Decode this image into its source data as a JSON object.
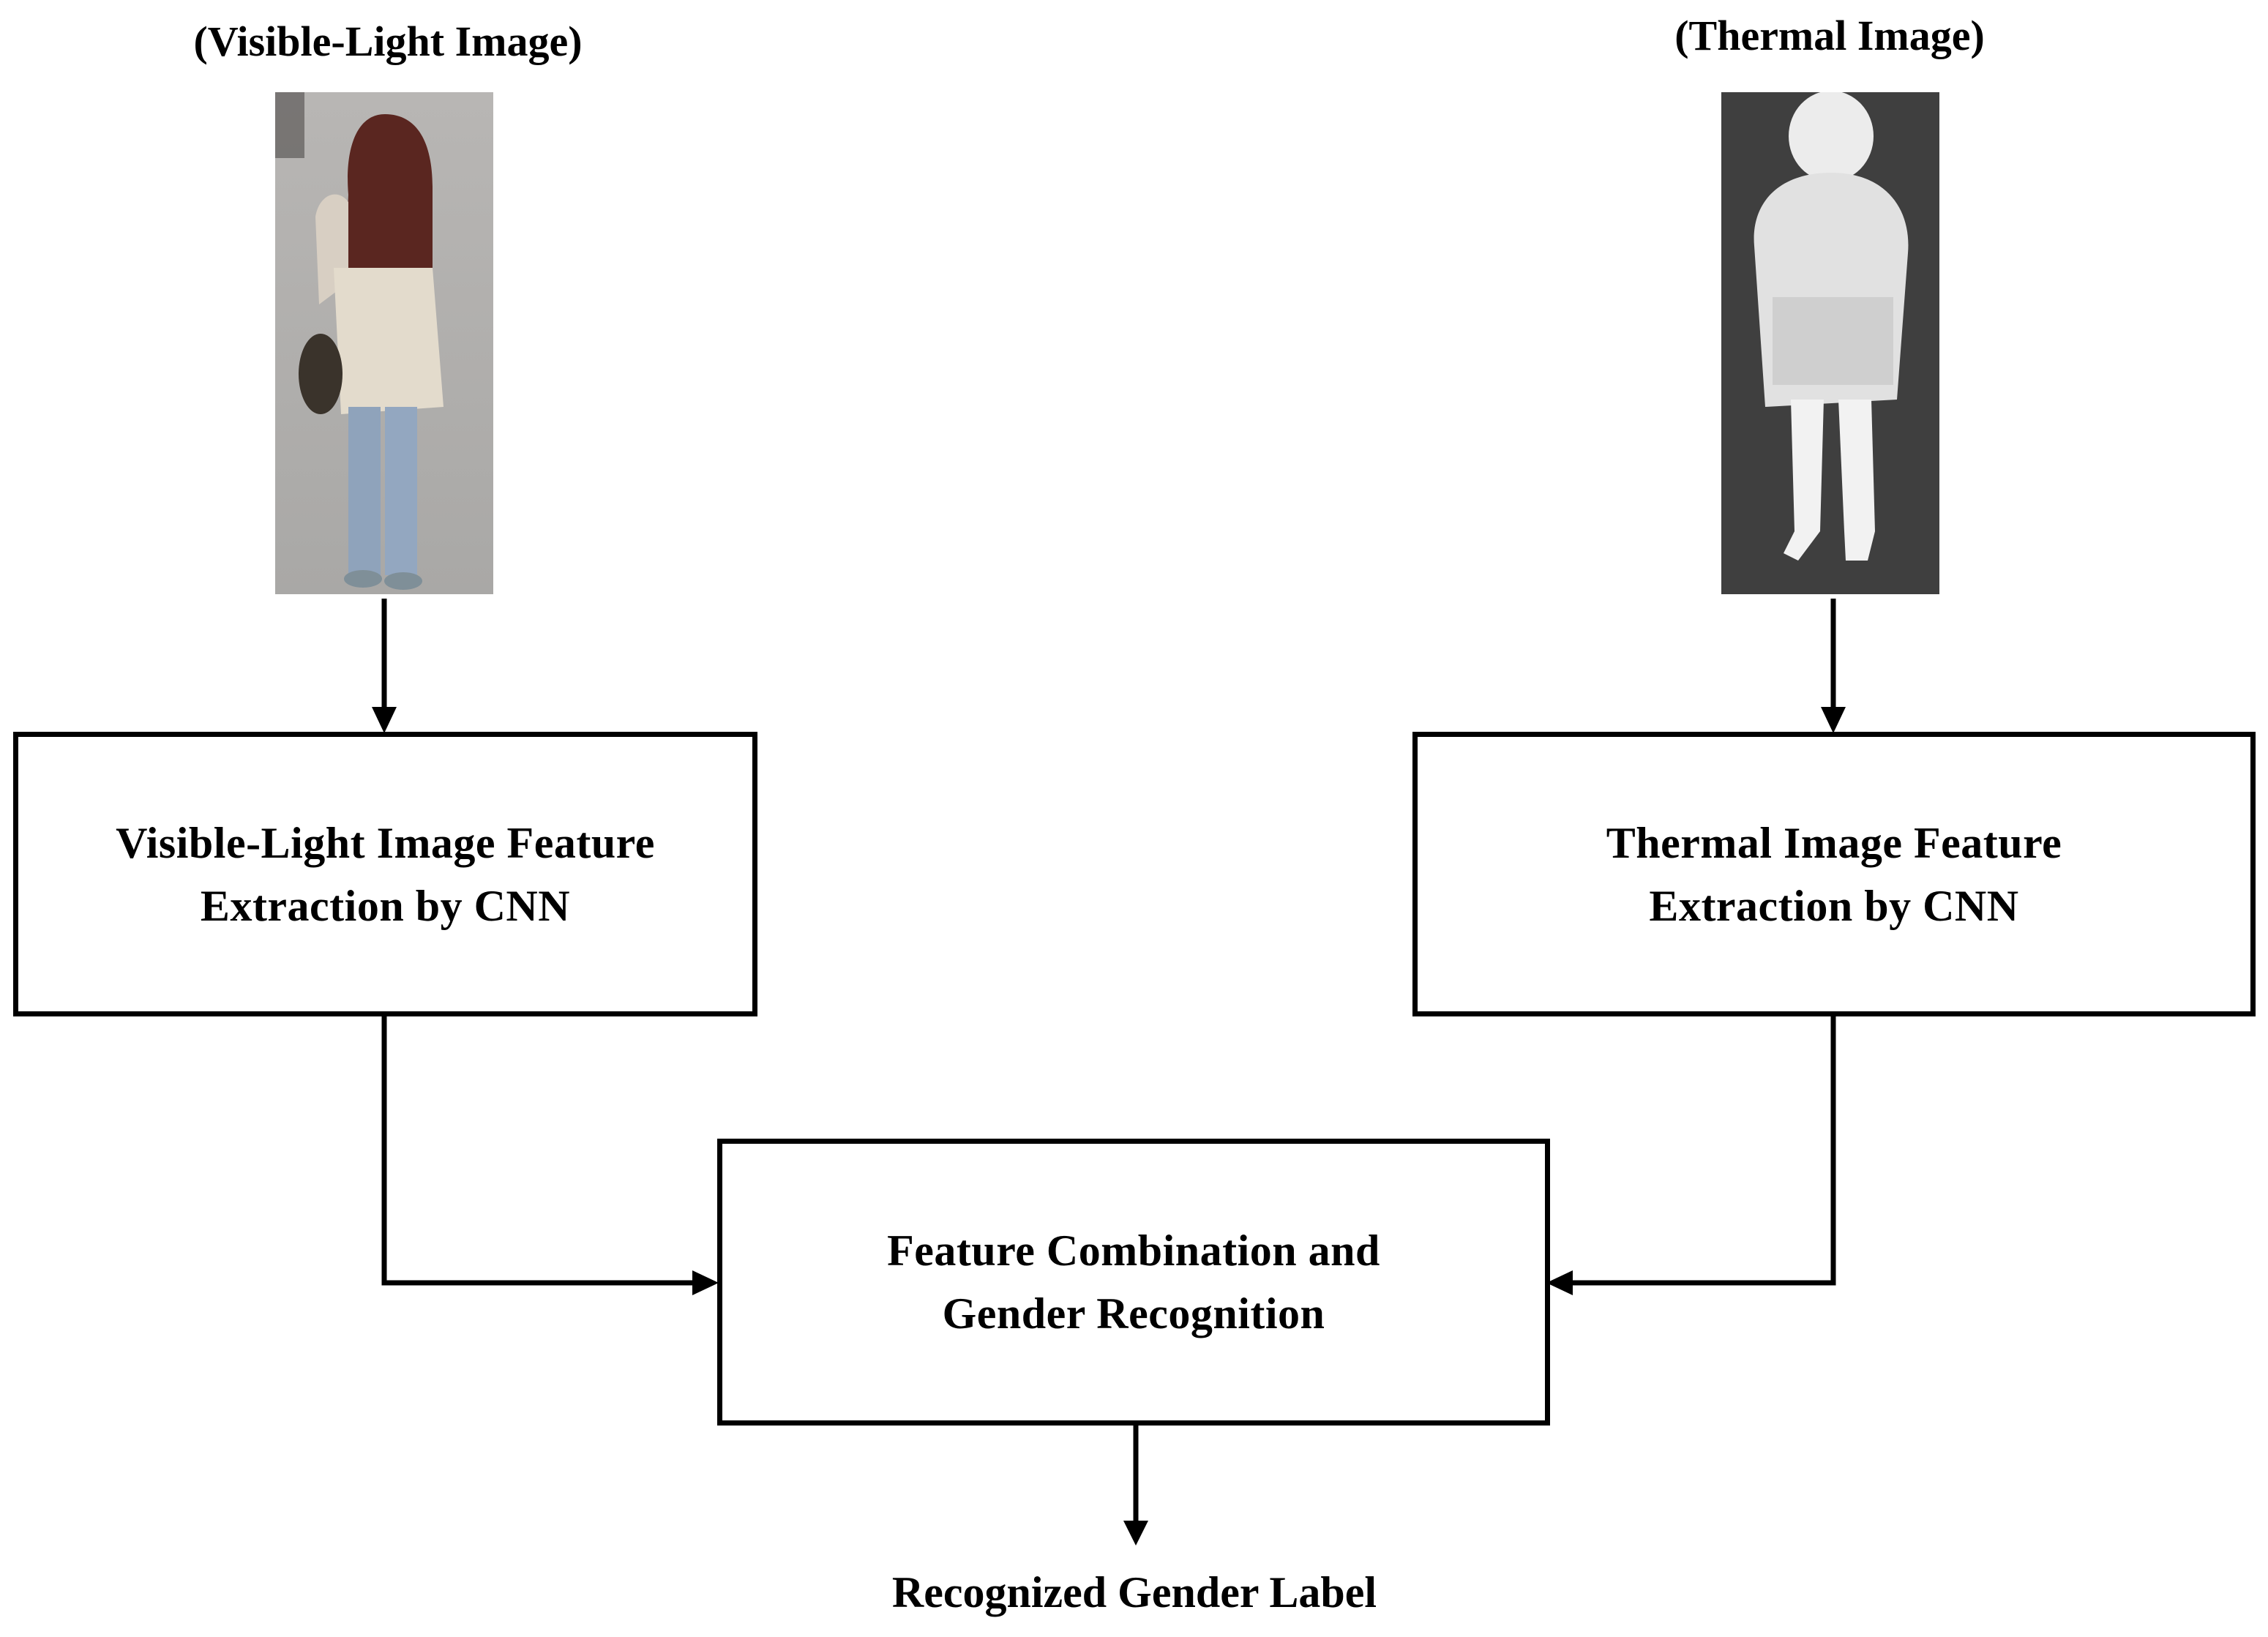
{
  "inputs": {
    "visible": {
      "caption": "(Visible-Light  Image)"
    },
    "thermal": {
      "caption": "(Thermal Image)"
    }
  },
  "boxes": {
    "visible_feature": {
      "line1": "Visible-Light  Image Feature",
      "line2": "Extraction by CNN"
    },
    "thermal_feature": {
      "line1": "Thermal Image Feature",
      "line2": "Extraction by CNN"
    },
    "combination": {
      "line1": "Feature Combination  and",
      "line2": "Gender  Recognition"
    }
  },
  "output": {
    "label": "Recognized  Gender Label"
  }
}
